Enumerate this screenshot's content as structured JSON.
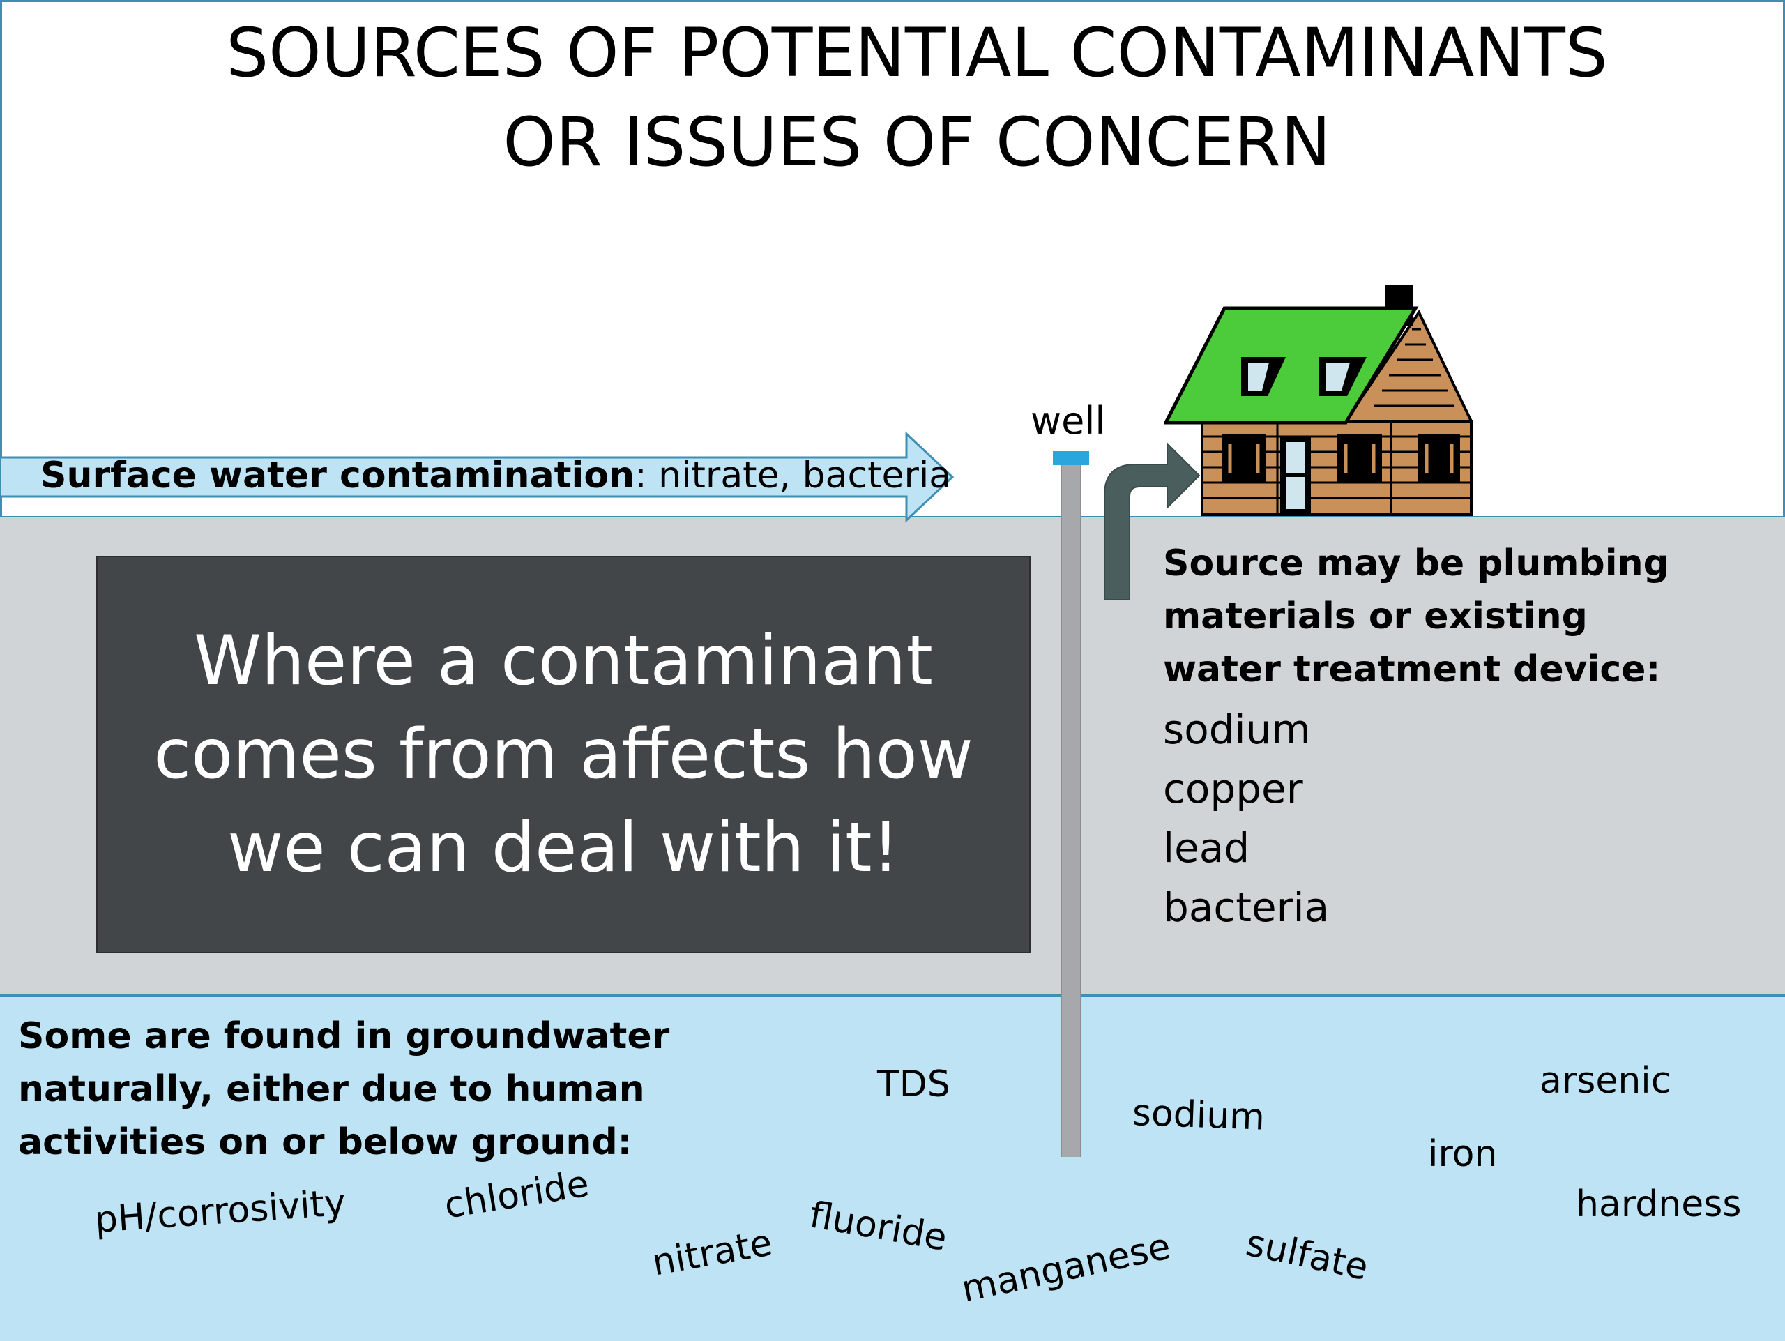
{
  "title": {
    "line1": "SOURCES OF POTENTIAL CONTAMINANTS",
    "line2": "OR ISSUES OF CONCERN"
  },
  "surface": {
    "label_bold": "Surface water contamination",
    "label_rest": ": nitrate, bacteria"
  },
  "well": {
    "label": "well"
  },
  "message": "Where a contaminant comes from affects how we can deal with it!",
  "plumbing": {
    "heading": "Source may be plumbing materials or existing water treatment device:",
    "items": [
      "sodium",
      "copper",
      "lead",
      "bacteria"
    ]
  },
  "groundwater": {
    "heading": "Some are found in groundwater naturally, either due to human activities on or below ground:",
    "contaminants": [
      "TDS",
      "arsenic",
      "sodium",
      "iron",
      "hardness",
      "pH/corrosivity",
      "chloride",
      "fluoride",
      "nitrate",
      "sulfate",
      "manganese"
    ]
  },
  "colors": {
    "surface_water": "#bde3f4",
    "ground": "#d0d4d7",
    "message_box": "#434649",
    "roof": "#4ccc3a",
    "log_wall": "#c9905a",
    "well_cap": "#2aa6dc",
    "pipe": "#a6a8ab",
    "plumbing_pipe": "#4b5e5e"
  },
  "icons": {
    "house": "log-cabin-icon",
    "surface_arrow": "arrow-right-icon",
    "plumbing_arrow": "bent-pipe-arrow-icon"
  }
}
